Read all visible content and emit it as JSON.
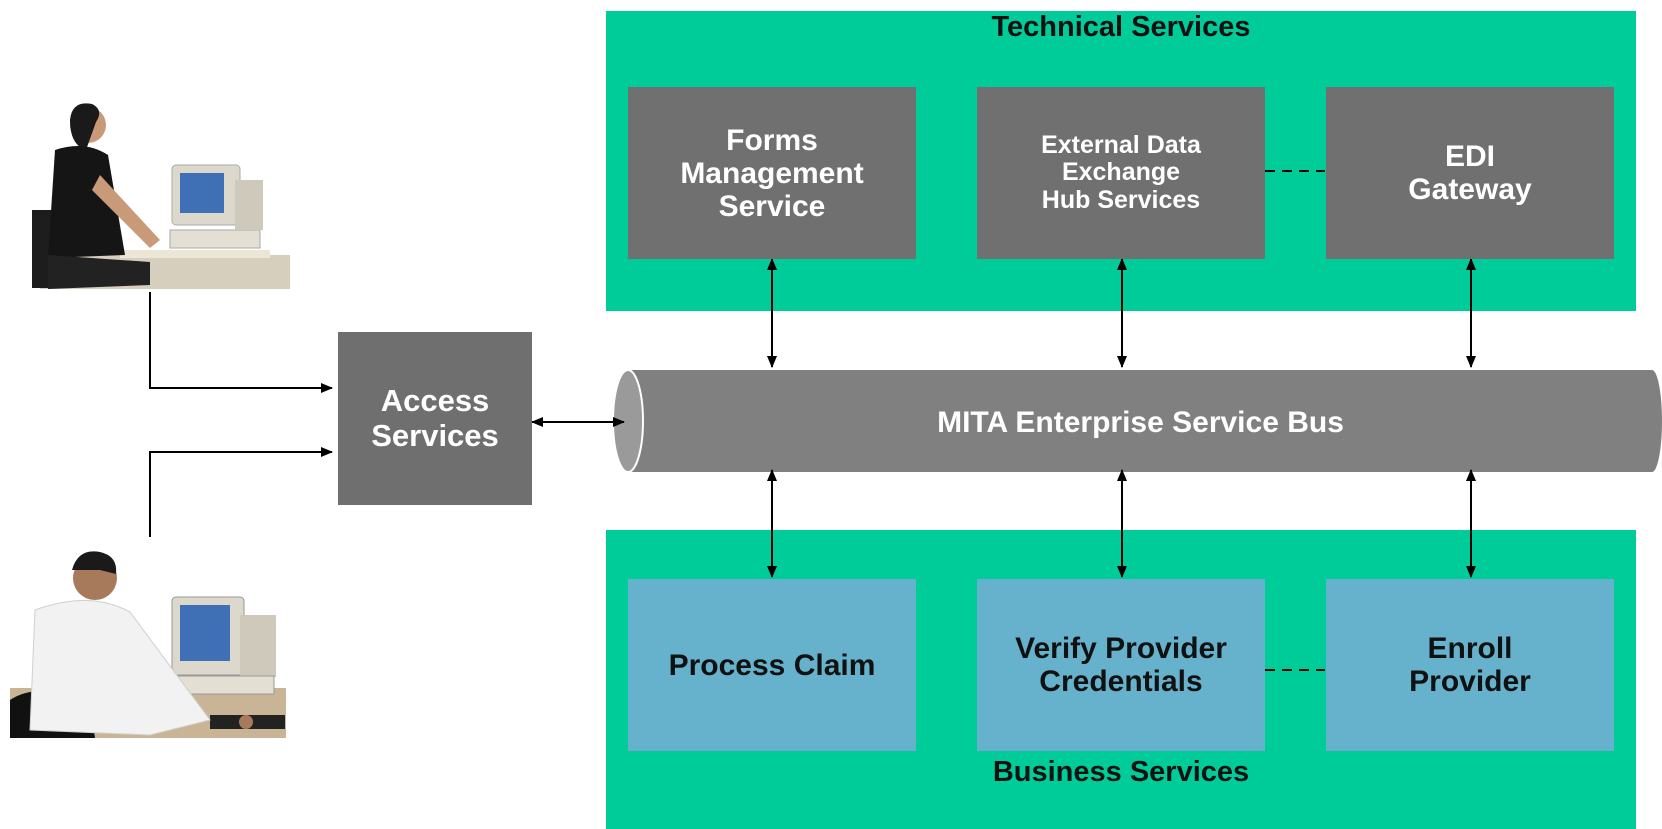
{
  "technical_services": {
    "title": "Technical Services",
    "boxes": [
      "Forms\nManagement\nService",
      "External Data\nExchange\nHub Services",
      "EDI\nGateway"
    ]
  },
  "business_services": {
    "title": "Business Services",
    "boxes": [
      "Process Claim",
      "Verify Provider\nCredentials",
      "Enroll\nProvider"
    ]
  },
  "access_services": {
    "label": "Access\nServices"
  },
  "bus": {
    "label": "MITA Enterprise Service Bus"
  },
  "colors": {
    "panel_green": "#00cc99",
    "technical_box": "#707070",
    "business_box": "#66b2cc",
    "bus_gray": "#808080"
  }
}
